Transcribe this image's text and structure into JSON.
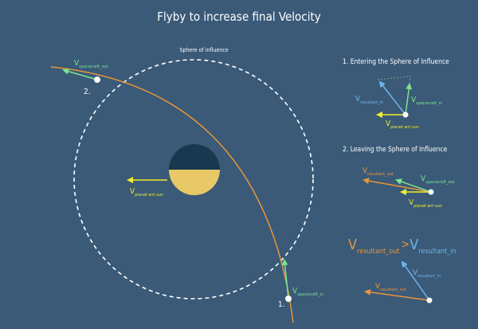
{
  "title": "Flyby to increase final Velocity",
  "soi_label": "Sphere of influence",
  "marker_1": "1.",
  "marker_2": "2.",
  "planet_vel": {
    "v": "V",
    "sub": "planet wrt sun"
  },
  "sc_out": {
    "v": "V",
    "sub": "spacecraft_out"
  },
  "sc_in": {
    "v": "V",
    "sub": "spacecraft_in"
  },
  "panel1": {
    "heading": "1. Entering the Sphere of Influence",
    "resultant": {
      "v": "V",
      "sub": "resultant_in"
    },
    "spacecraft": {
      "v": "V",
      "sub": "spacecraft_in"
    },
    "planet": {
      "v": "V",
      "sub": "planet wrt sun"
    }
  },
  "panel2": {
    "heading": "2. Leaving the Sphere of Influence",
    "resultant": {
      "v": "V",
      "sub": "resultant_out"
    },
    "spacecraft": {
      "v": "V",
      "sub": "spacecraft_out"
    },
    "planet": {
      "v": "V",
      "sub": "planet wrt sun"
    }
  },
  "compare": {
    "left": {
      "v": "V",
      "sub": "resultant_out"
    },
    "op": ">",
    "right": {
      "v": "V",
      "sub": "resultant_in"
    }
  },
  "panel3": {
    "in": {
      "v": "V",
      "sub": "resultant_in"
    },
    "out": {
      "v": "V",
      "sub": "resultant_out"
    }
  },
  "colors": {
    "background": "#3a5a78",
    "orange": "#e8963a",
    "green": "#7ee38f",
    "blue": "#6fb6e8",
    "yellow": "#f2ec2a",
    "planet_top": "#17384f",
    "planet_bottom": "#e8c867"
  }
}
